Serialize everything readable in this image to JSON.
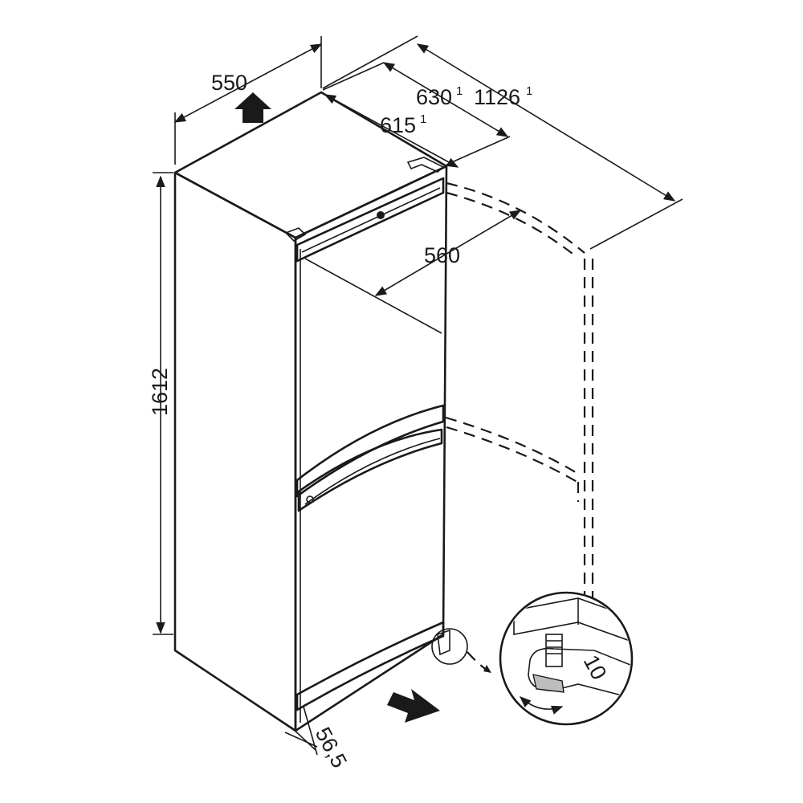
{
  "dimensions": {
    "width": "550",
    "depth_body": "615",
    "depth_body_note": "1",
    "depth_total": "630",
    "depth_total_note": "1",
    "depth_door_open": "1126",
    "depth_door_open_note": "1",
    "door_open_clearance": "560",
    "height": "1612",
    "plinth_gap": "56,5",
    "wrench_size": "10"
  },
  "colors": {
    "line": "#1a1a1a",
    "background": "#ffffff",
    "fill": "#ffffff"
  },
  "icons": [
    "air-flow-arrow-up",
    "air-flow-arrow-in",
    "wrench-icon",
    "rotate-arrows-icon"
  ]
}
